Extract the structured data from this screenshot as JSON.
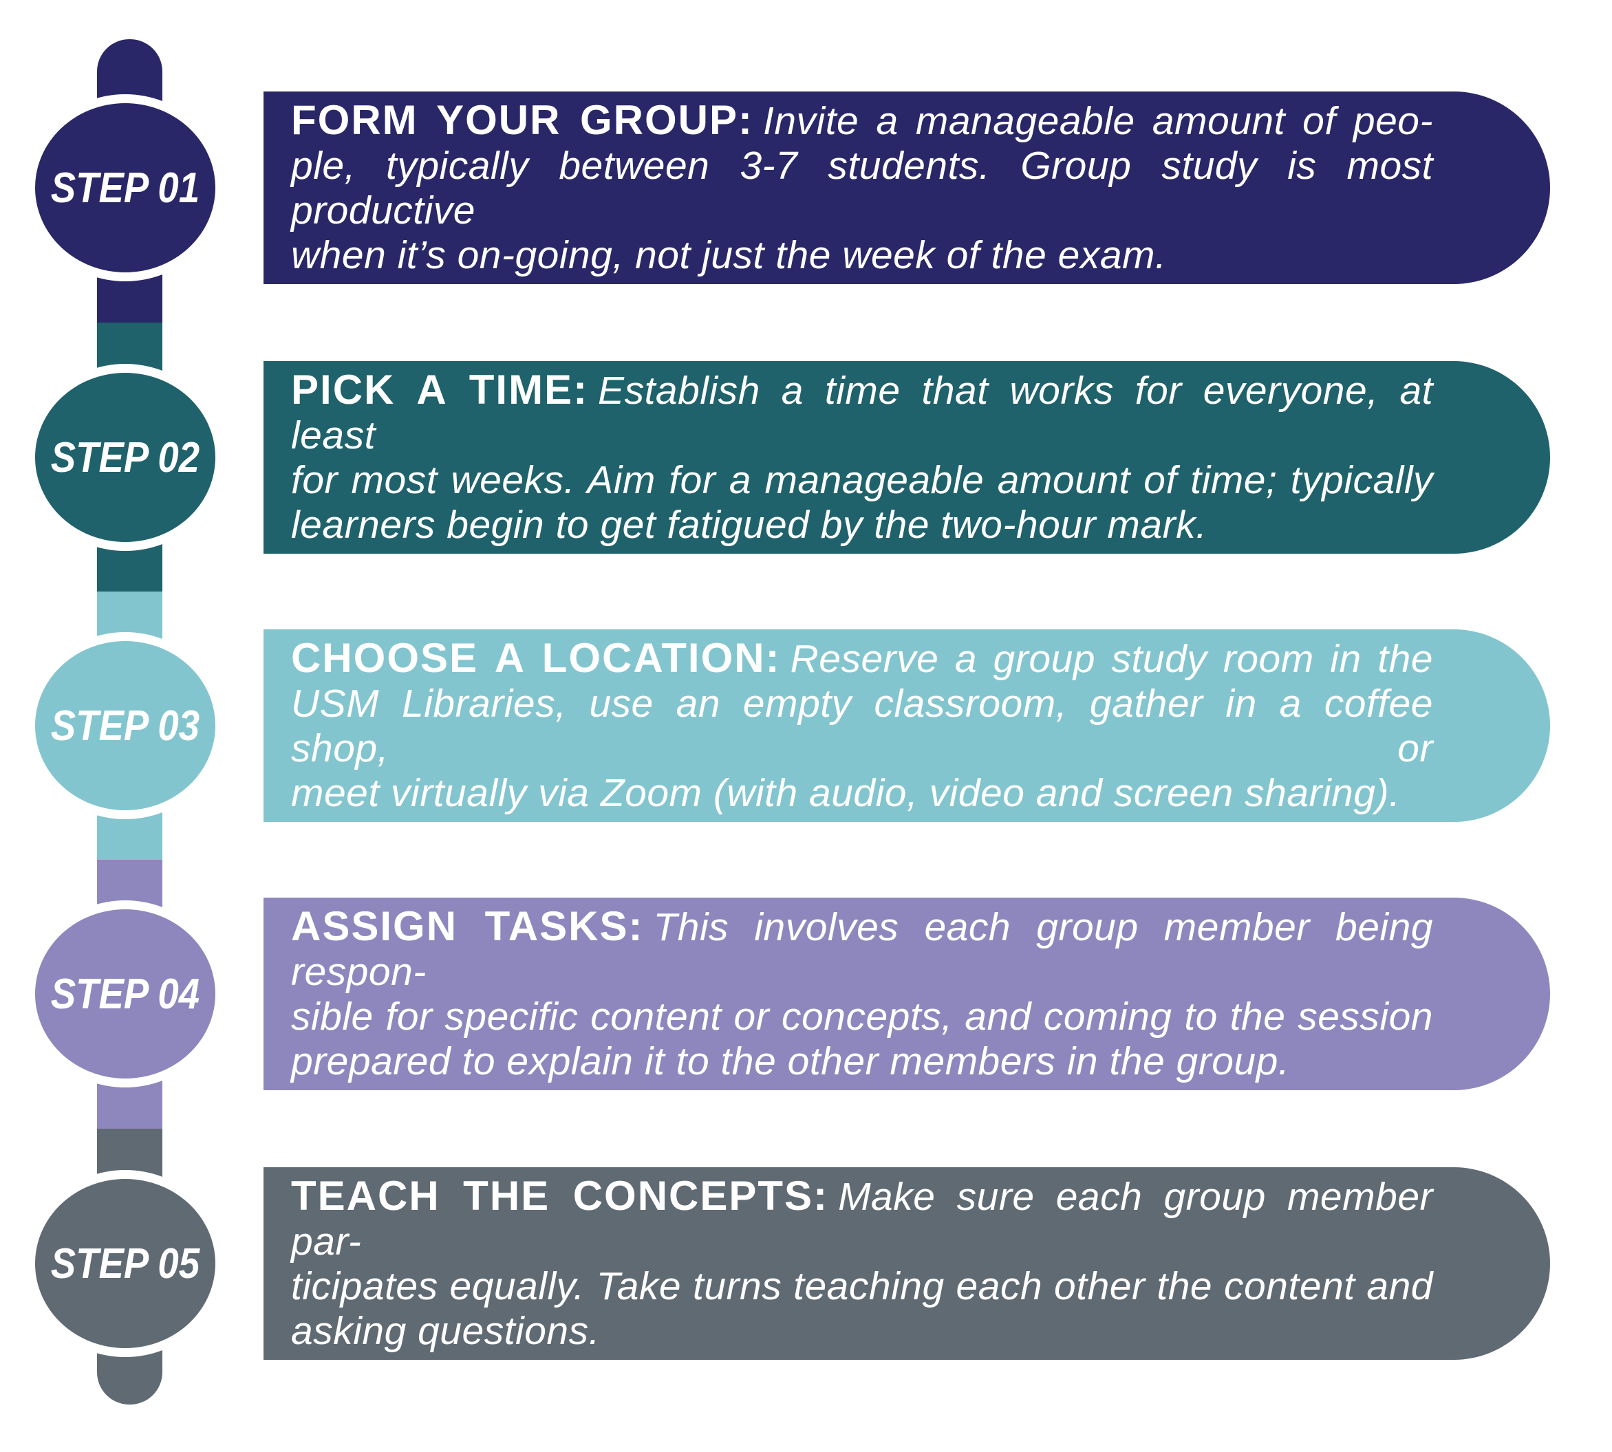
{
  "infographic": {
    "description_visible_only": "five step study-group infographic",
    "accent_white": "#ffffff"
  },
  "steps": [
    {
      "label": "STEP 01",
      "color": "#2A2768",
      "title": "FORM YOUR GROUP:",
      "line1": "Invite a manageable amount of peo-",
      "line2": "ple, typically between 3-7 students. Group study is most productive",
      "line3": "when it’s on-going, not just the week of the exam."
    },
    {
      "label": "STEP 02",
      "color": "#1F626B",
      "title": "PICK A TIME:",
      "line1": "Establish a time that works for everyone, at least",
      "line2": "for most weeks. Aim for a manageable amount of time; typically",
      "line3": "learners begin to get fatigued by the two-hour mark."
    },
    {
      "label": "STEP 03",
      "color": "#83C5CE",
      "title": "CHOOSE A LOCATION:",
      "line1": "Reserve a group study room in the",
      "line2": "USM Libraries, use an empty classroom, gather in a coffee shop, or",
      "line3": "meet virtually via Zoom (with audio, video and screen sharing)."
    },
    {
      "label": "STEP 04",
      "color": "#8E87BE",
      "title": "ASSIGN TASKS:",
      "line1": "This involves each group member being respon-",
      "line2": "sible for specific content or concepts, and coming to the session",
      "line3": "prepared to explain it to the other members in the group."
    },
    {
      "label": "STEP 05",
      "color": "#606A73",
      "title": "TEACH THE CONCEPTS:",
      "line1": "Make sure each group member par-",
      "line2": "ticipates equally. Take turns teaching each other the content and",
      "line3": "asking questions."
    }
  ]
}
